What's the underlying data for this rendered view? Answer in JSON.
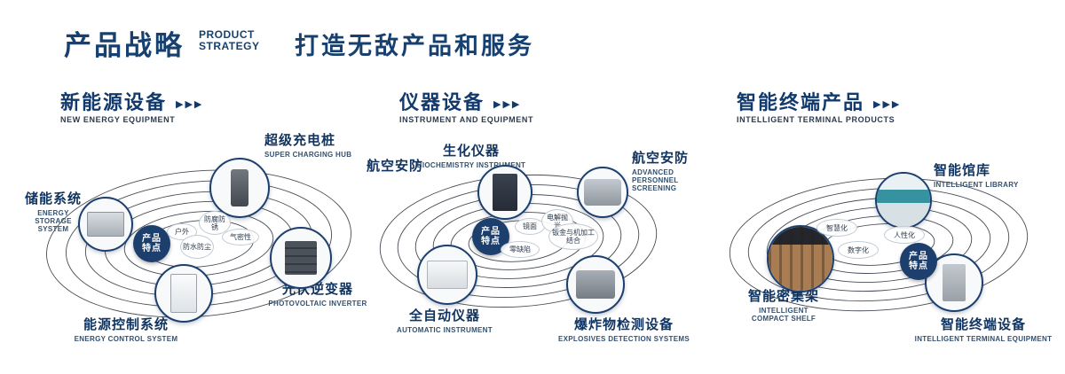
{
  "colors": {
    "navy": "#16406f",
    "white": "#ffffff"
  },
  "header": {
    "title_cn": "产品战略",
    "title_en1": "PRODUCT",
    "title_en2": "STRATEGY",
    "slogan": "打造无敌产品和服务"
  },
  "sections": [
    {
      "title_cn": "新能源设备",
      "title_en": "NEW ENERGY EQUIPMENT",
      "badge_l1": "产品",
      "badge_l2": "特点",
      "features": [
        "户外",
        "防腐防锈",
        "气密性",
        "防水防尘"
      ],
      "products": [
        {
          "cn": "储能系统",
          "en": "ENERGY STORAGE SYSTEM"
        },
        {
          "cn": "超级充电桩",
          "en": "SUPER CHARGING HUB"
        },
        {
          "cn": "光伏逆变器",
          "en": "PHOTOVOLTAIC INVERTER"
        },
        {
          "cn": "能源控制系统",
          "en": "ENERGY CONTROL SYSTEM"
        }
      ]
    },
    {
      "title_cn": "仪器设备",
      "title_en": "INSTRUMENT AND EQUIPMENT",
      "badge_l1": "产品",
      "badge_l2": "特点",
      "side_label": "航空安防",
      "features": [
        "镜面",
        "电解抛光",
        "零缺陷",
        "钣金与机加工结合"
      ],
      "products": [
        {
          "cn": "生化仪器",
          "en": "BIOCHEMISTRY INSTRUMENT"
        },
        {
          "cn": "航空安防",
          "en": "ADVANCED PERSONNEL SCREENING"
        },
        {
          "cn": "全自动仪器",
          "en": "AUTOMATIC INSTRUMENT"
        },
        {
          "cn": "爆炸物检测设备",
          "en": "EXPLOSIVES DETECTION SYSTEMS"
        }
      ]
    },
    {
      "title_cn": "智能终端产品",
      "title_en": "INTELLIGENT TERMINAL PRODUCTS",
      "badge_l1": "产品",
      "badge_l2": "特点",
      "features": [
        "智慧化",
        "人性化",
        "数字化"
      ],
      "products": [
        {
          "cn": "智能馆库",
          "en": "INTELLIGENT LIBRARY"
        },
        {
          "cn": "智能密集架",
          "en": "INTELLIGENT COMPACT SHELF"
        },
        {
          "cn": "智能终端设备",
          "en": "INTELLIGENT TERMINAL EQUIPMENT"
        }
      ]
    }
  ]
}
